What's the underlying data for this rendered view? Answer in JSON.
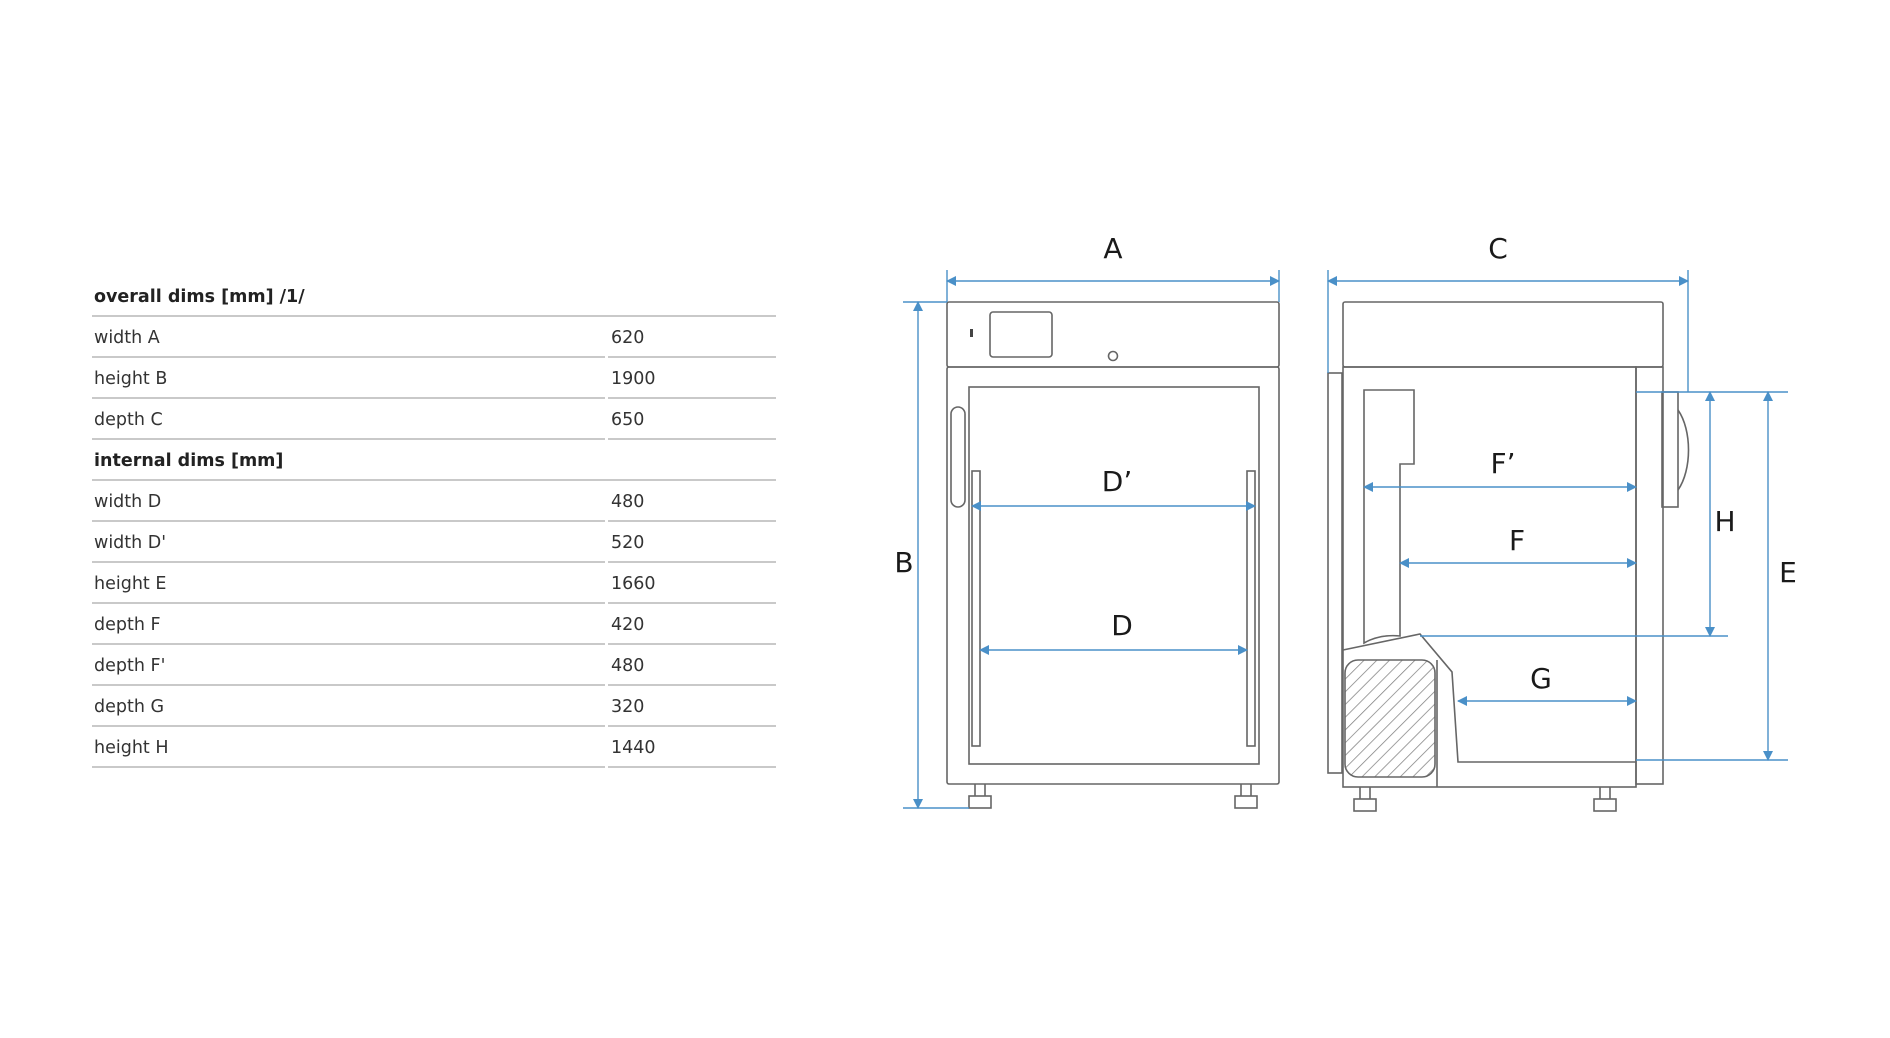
{
  "table": {
    "overall_header": "overall dims [mm] /1/",
    "overall_rows": [
      {
        "label": "width A",
        "value": "620"
      },
      {
        "label": "height B",
        "value": "1900"
      },
      {
        "label": "depth C",
        "value": "650"
      }
    ],
    "internal_header": "internal dims [mm]",
    "internal_rows": [
      {
        "label": "width D",
        "value": "480"
      },
      {
        "label": "width D'",
        "value": "520"
      },
      {
        "label": "height E",
        "value": "1660"
      },
      {
        "label": "depth F",
        "value": "420"
      },
      {
        "label": "depth F'",
        "value": "480"
      },
      {
        "label": "depth G",
        "value": "320"
      },
      {
        "label": "height H",
        "value": "1440"
      }
    ]
  },
  "drawing": {
    "letters": {
      "A": "A",
      "B": "B",
      "C": "C",
      "D": "D",
      "D_prime": "D’",
      "E": "E",
      "F": "F",
      "F_prime": "F’",
      "G": "G",
      "H": "H"
    },
    "colors": {
      "dimension_line": "#4a90c8",
      "outline": "#666666",
      "table_rule": "#c9c9c9"
    }
  }
}
